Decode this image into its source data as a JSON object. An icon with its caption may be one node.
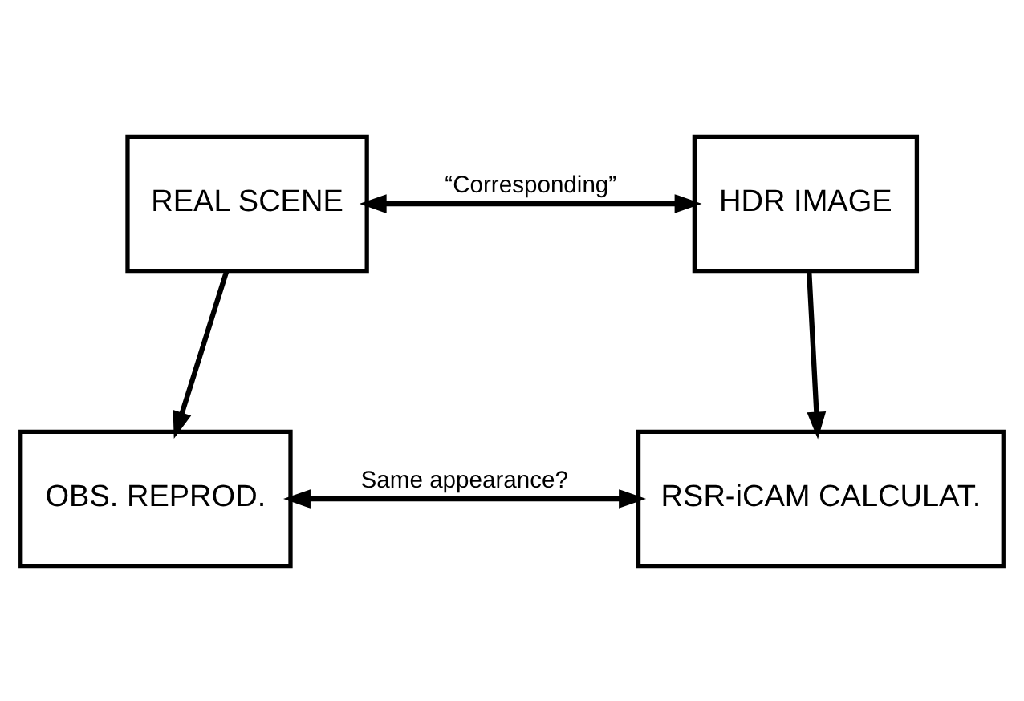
{
  "diagram": {
    "nodes": [
      {
        "text": [
          "REAL SCENE"
        ]
      },
      {
        "text": [
          "HDR IMAGE"
        ]
      },
      {
        "text": [
          "OBS. REPROD."
        ]
      },
      {
        "text": [
          "RSR-iCAM CALCULAT."
        ]
      }
    ],
    "edges": [
      {
        "from": 0,
        "to": 1,
        "arrow": "both",
        "label": "“Corresponding”"
      },
      {
        "from": 0,
        "to": 2,
        "arrow": "to"
      },
      {
        "from": 1,
        "to": 3,
        "arrow": "to"
      },
      {
        "from": 2,
        "to": 3,
        "arrow": "both",
        "label": "Same appearance?"
      }
    ]
  }
}
